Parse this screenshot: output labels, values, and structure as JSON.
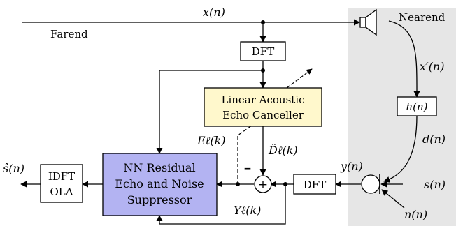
{
  "labels": {
    "x_n": "x(n)",
    "farend": "Farend",
    "nearend": "Nearend",
    "x_prime_n": "x′(n)",
    "d_n": "d(n)",
    "y_n": "y(n)",
    "s_n": "s(n)",
    "n_n": "n(n)",
    "s_hat_n": "ŝ(n)",
    "e_l_k": "Eℓ(k)",
    "d_hat_l_k": "D̂ℓ(k)",
    "y_l_k": "Yℓ(k)",
    "minus_sign": "–",
    "plus_sign": "+"
  },
  "blocks": {
    "dft_top": "DFT",
    "dft_bottom": "DFT",
    "h_n": "h(n)",
    "aec_line1": "Linear Acoustic",
    "aec_line2": "Echo Canceller",
    "nn_line1": "NN Residual",
    "nn_line2": "Echo and Noise",
    "nn_line3": "Suppressor",
    "idft_line1": "IDFT",
    "idft_line2": "OLA"
  },
  "colors": {
    "nearend_region": "#e6e6e6",
    "aec_fill": "#fff8cc",
    "nn_fill": "#b3b3f2",
    "stroke": "#000000"
  }
}
